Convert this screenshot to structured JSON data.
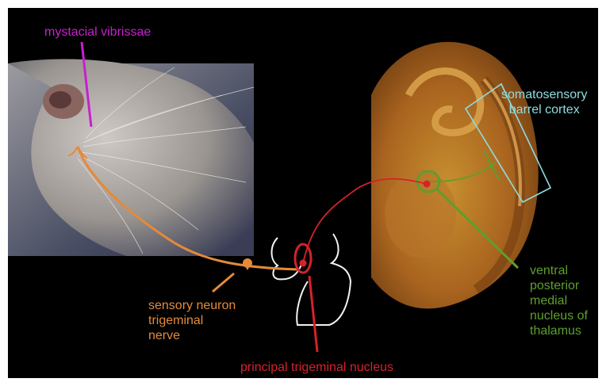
{
  "labels": {
    "vibrissae": "mystacial vibrissae",
    "sensory_neuron": "sensory neuron\ntrigeminal\nnerve",
    "principal_nucleus": "principal trigeminal nucleus",
    "barrel_cortex": "somatosensory\nbarrel cortex",
    "vpm": "ventral\nposterior\nmedial\nnucleus of\nthalamus"
  },
  "colors": {
    "background": "#000000",
    "vibrissae": "#c81fd0",
    "sensory_neuron": "#e48a3a",
    "principal_nucleus": "#d5222b",
    "barrel_cortex": "#8fdde0",
    "vpm": "#5e9e2e"
  }
}
